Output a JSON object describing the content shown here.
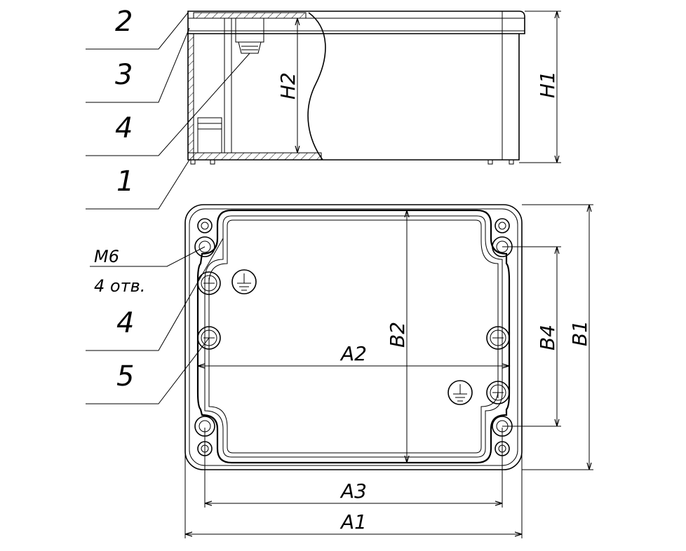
{
  "callouts_side": [
    "2",
    "3",
    "4",
    "1"
  ],
  "callouts_top": [
    "4",
    "5"
  ],
  "thread_note": {
    "size": "M6",
    "qty": "4 отв."
  },
  "dimensions": {
    "A1": "A1",
    "A2": "A2",
    "A3": "A3",
    "B1": "B1",
    "B2": "B2",
    "B4": "B4",
    "H1": "H1",
    "H2": "H2"
  },
  "colors": {
    "line": "#000000",
    "fill": "#ffffff",
    "shade": "#e6e6e6"
  }
}
